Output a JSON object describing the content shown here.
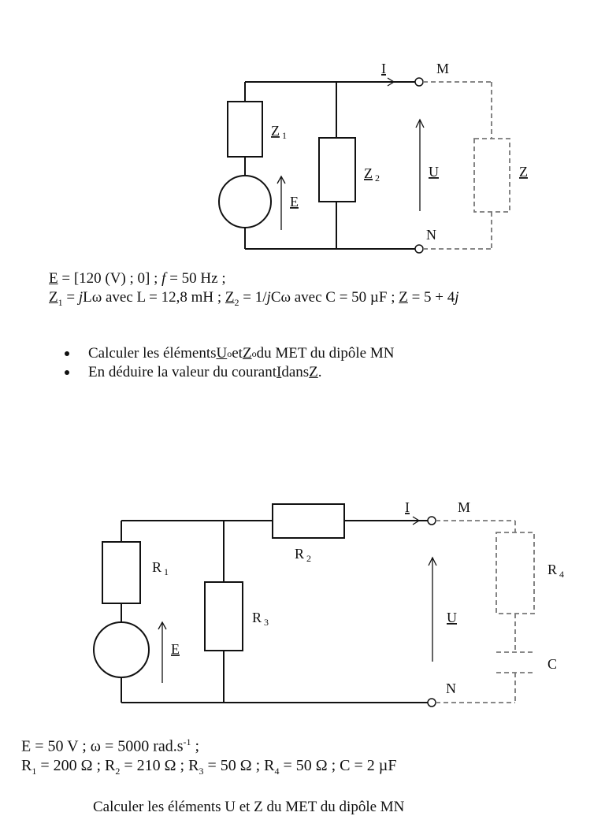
{
  "circuit1": {
    "current": "I",
    "node_top": "M",
    "node_bottom": "N",
    "z1": "Z",
    "z1_sub": "1",
    "z2": "Z",
    "z2_sub": "2",
    "source": "E",
    "voltage": "U",
    "load": "Z"
  },
  "params1": {
    "line1": {
      "e": "E",
      "a": " = [120 (V) ; 0] ; ",
      "f": "f",
      "b": " = 50 Hz ;"
    },
    "line2": {
      "z1": "Z",
      "s1": "1",
      "a": " = ",
      "j1": "j",
      "b": "Lω avec L = 12,8 mH ; ",
      "z2": "Z",
      "s2": "2",
      "c": " = 1/",
      "j2": "j",
      "d": "Cω avec C = 50 µF ; ",
      "z": "Z",
      "e": " = 5 + 4",
      "j3": "j"
    }
  },
  "tasks1": {
    "item1": {
      "a": "Calculer les éléments ",
      "u": "U",
      "us": "o",
      "b": " et ",
      "z": "Z",
      "zs": "o",
      "c": "  du MET du dipôle MN"
    },
    "item2": {
      "a": "En déduire la valeur du courant ",
      "i": "I",
      "b": " dans ",
      "z": "Z",
      "c": "."
    }
  },
  "circuit2": {
    "current": "I",
    "node_top": "M",
    "node_bottom": "N",
    "r1": "R",
    "r1_sub": "1",
    "r2": "R",
    "r2_sub": "2",
    "r3": "R",
    "r3_sub": "3",
    "r4": "R",
    "r4_sub": "4",
    "source": "E",
    "voltage": "U",
    "cap": "C"
  },
  "params2": {
    "line1": {
      "a": "E = 50 V ; ω = 5000 rad.s",
      "exp": "-1",
      "b": " ;"
    },
    "line2": {
      "r1": "R",
      "s1": "1",
      "a": " = 200 Ω ; ",
      "r2": "R",
      "s2": "2",
      "b": " = 210 Ω ; ",
      "r3": "R",
      "s3": "3",
      "c": " = 50 Ω ; ",
      "r4": "R",
      "s4": "4",
      "d": " = 50 Ω ; C = 2 µF"
    }
  },
  "tail_text": "Calculer les éléments U  et Z  du MET du dipôle MN"
}
